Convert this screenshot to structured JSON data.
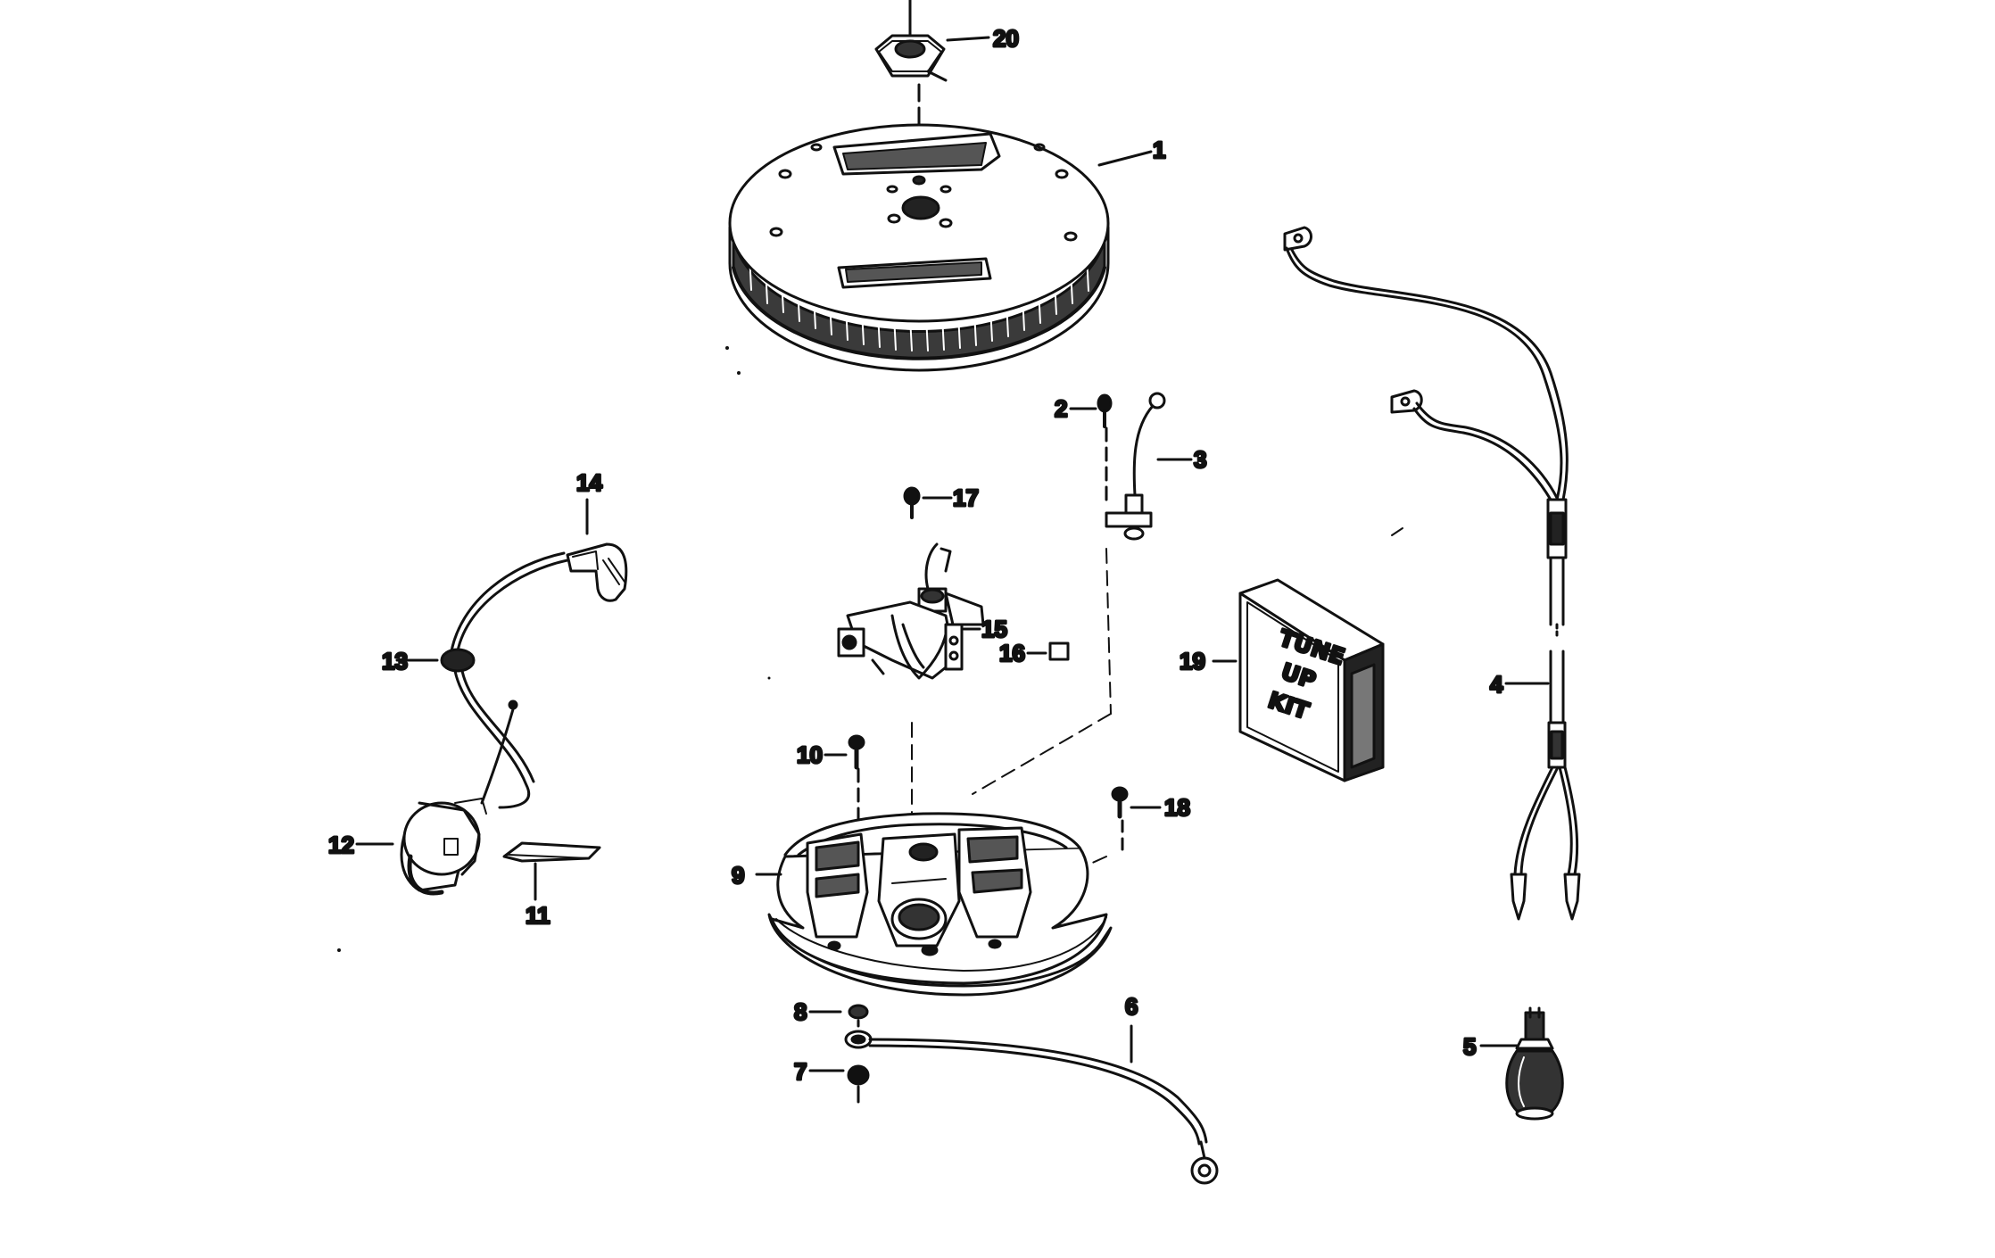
{
  "diagram": {
    "colors": {
      "ink": "#111111",
      "paper": "#ffffff",
      "shade": "#5a5a5a"
    },
    "callouts": {
      "c1": "1",
      "c2": "2",
      "c3": "3",
      "c4": "4",
      "c5": "5",
      "c6": "6",
      "c7": "7",
      "c8": "8",
      "c9": "9",
      "c10": "10",
      "c11": "11",
      "c12": "12",
      "c13": "13",
      "c14": "14",
      "c15": "15",
      "c16": "16",
      "c17": "17",
      "c18": "18",
      "c19": "19",
      "c20": "20"
    },
    "kit_box": {
      "line1": "TUNE",
      "line2": "UP",
      "line3": "KIT"
    }
  }
}
